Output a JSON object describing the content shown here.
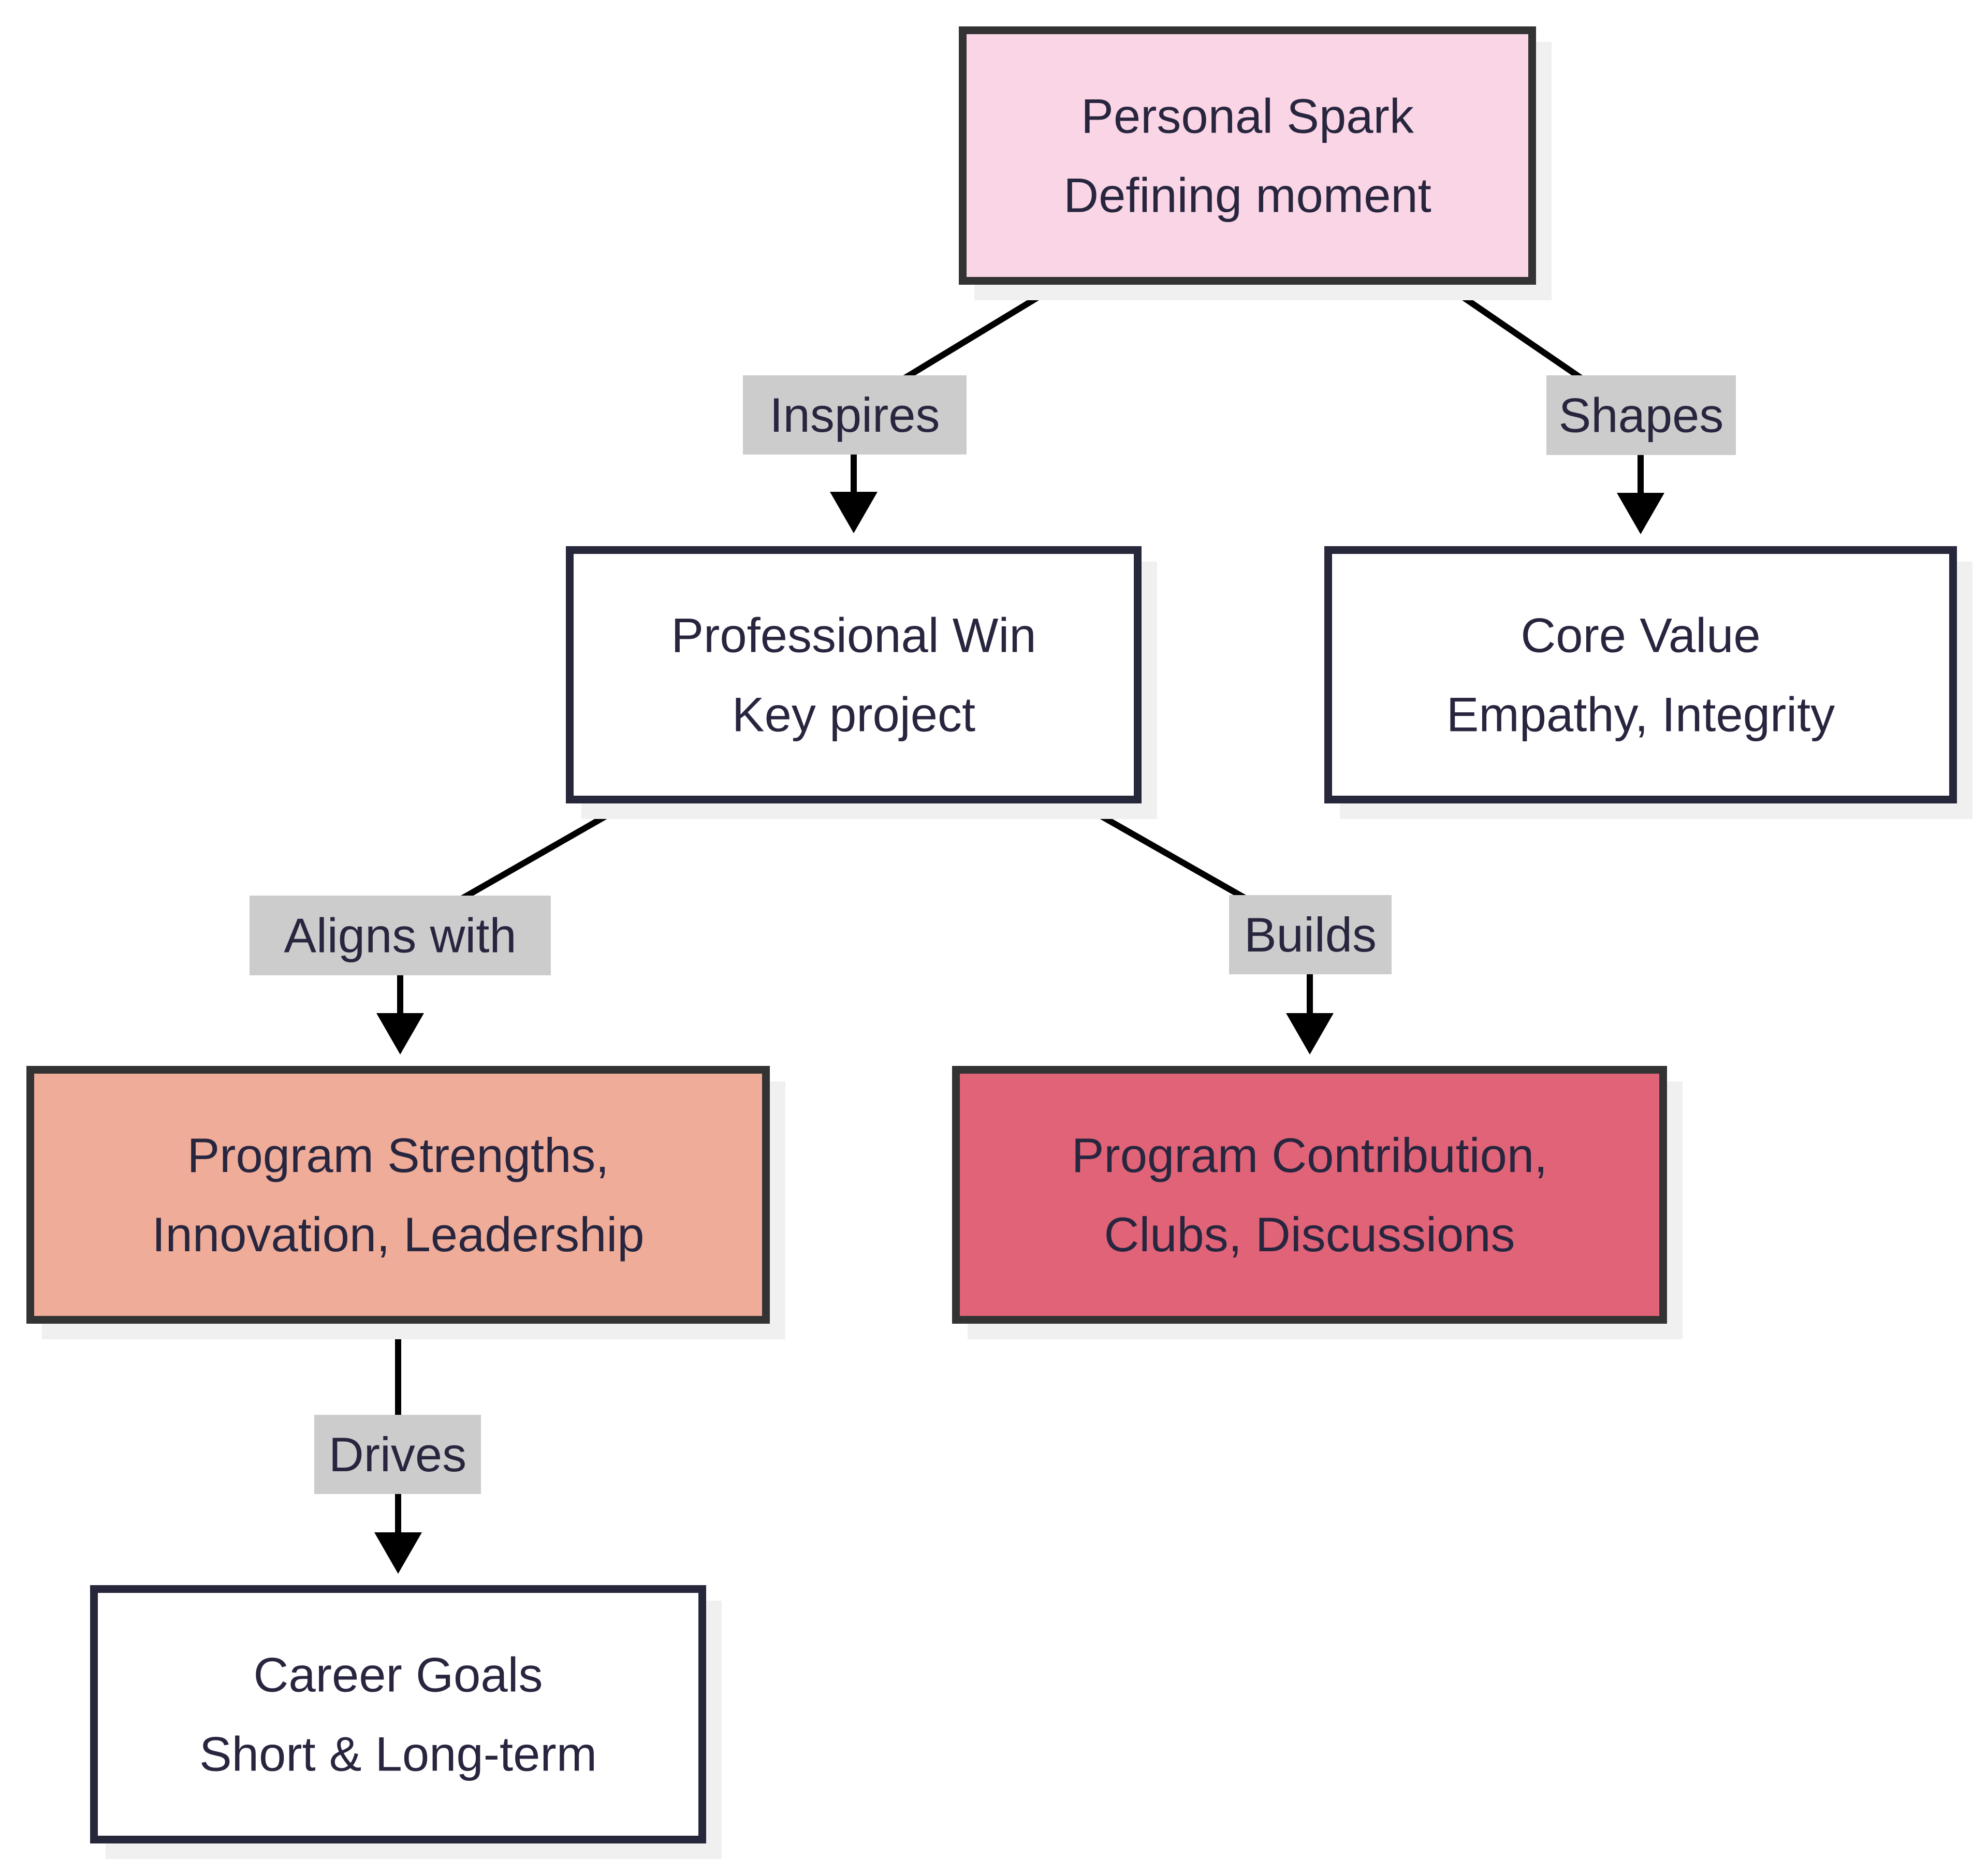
{
  "diagram": {
    "type": "flowchart",
    "direction": "top-down",
    "colors": {
      "text": "#28263f",
      "edge": "#000000",
      "label_bg": "#cccccc",
      "shadow": "#f0f0f0",
      "border_dark": "#333333",
      "border_navy": "#27273c"
    },
    "nodes": [
      {
        "id": "personal-spark",
        "lines": [
          "Personal Spark",
          "Defining moment"
        ],
        "fill": "#f9d5e5",
        "stroke": "#333333"
      },
      {
        "id": "professional-win",
        "lines": [
          "Professional Win",
          "Key project"
        ],
        "fill": "#ffffff",
        "stroke": "#27273c"
      },
      {
        "id": "core-value",
        "lines": [
          "Core Value",
          "Empathy, Integrity"
        ],
        "fill": "#ffffff",
        "stroke": "#27273c"
      },
      {
        "id": "program-strengths",
        "lines": [
          "Program Strengths,",
          "Innovation, Leadership"
        ],
        "fill": "#eeac99",
        "stroke": "#333333"
      },
      {
        "id": "program-contribution",
        "lines": [
          "Program Contribution,",
          "Clubs, Discussions"
        ],
        "fill": "#e06377",
        "stroke": "#333333"
      },
      {
        "id": "career-goals",
        "lines": [
          "Career Goals",
          "Short & Long-term"
        ],
        "fill": "#ffffff",
        "stroke": "#27273c"
      }
    ],
    "edges": [
      {
        "id": "inspires",
        "from": "personal-spark",
        "to": "professional-win",
        "label": "Inspires"
      },
      {
        "id": "shapes",
        "from": "personal-spark",
        "to": "core-value",
        "label": "Shapes"
      },
      {
        "id": "aligns-with",
        "from": "professional-win",
        "to": "program-strengths",
        "label": "Aligns with"
      },
      {
        "id": "builds",
        "from": "professional-win",
        "to": "program-contribution",
        "label": "Builds"
      },
      {
        "id": "drives",
        "from": "program-strengths",
        "to": "career-goals",
        "label": "Drives"
      }
    ]
  }
}
